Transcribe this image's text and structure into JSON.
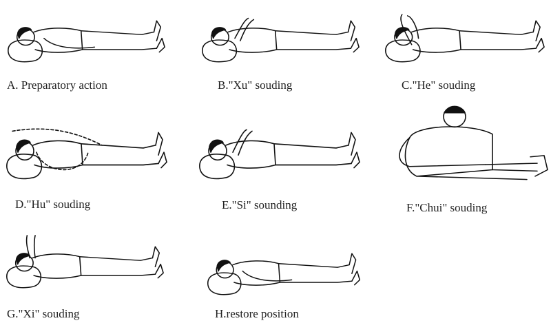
{
  "panels": [
    {
      "id": "A",
      "caption": "A. Preparatory action",
      "pose": "rest"
    },
    {
      "id": "B",
      "caption": "B.\"Xu\" souding",
      "pose": "hands-chest"
    },
    {
      "id": "C",
      "caption": "C.\"He\" souding",
      "pose": "hands-head"
    },
    {
      "id": "D",
      "caption": "D.\"Hu\" souding",
      "pose": "arms-around"
    },
    {
      "id": "E",
      "caption": "E.\"Si\" sounding",
      "pose": "hands-chest"
    },
    {
      "id": "F",
      "caption": "F.\"Chui\" souding",
      "pose": "sitting"
    },
    {
      "id": "G",
      "caption": "G.\"Xi\" souding",
      "pose": "arms-up"
    },
    {
      "id": "H",
      "caption": "H.restore position",
      "pose": "rest"
    }
  ]
}
